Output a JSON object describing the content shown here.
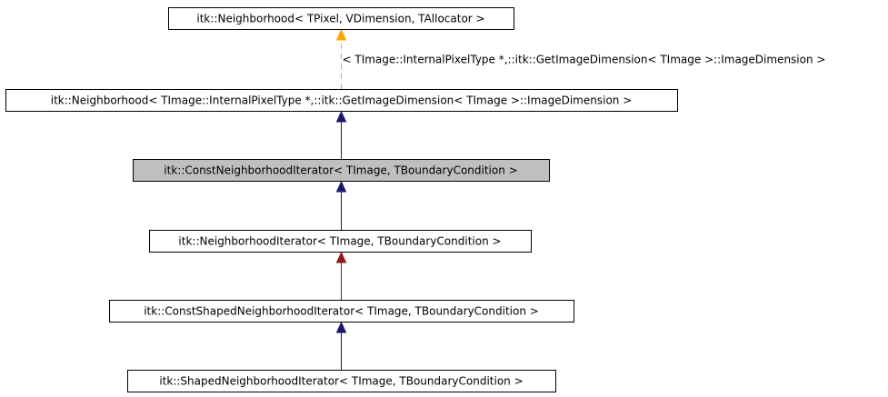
{
  "colors": {
    "background": "#ffffff",
    "node_fill": "#ffffff",
    "node_highlight_fill": "#bfbfbf",
    "node_stroke": "#000000",
    "edge_public": "#191970",
    "edge_protected": "#8b1a1a",
    "edge_template": "#ffa500"
  },
  "nodes": [
    {
      "id": "n0",
      "label": "itk::Neighborhood< TPixel, VDimension, TAllocator >",
      "highlight": false
    },
    {
      "id": "n1",
      "label": "itk::Neighborhood< TImage::InternalPixelType *,::itk::GetImageDimension< TImage >::ImageDimension >",
      "highlight": false
    },
    {
      "id": "n2",
      "label": "itk::ConstNeighborhoodIterator< TImage, TBoundaryCondition >",
      "highlight": true
    },
    {
      "id": "n3",
      "label": "itk::NeighborhoodIterator< TImage, TBoundaryCondition >",
      "highlight": false
    },
    {
      "id": "n4",
      "label": "itk::ConstShapedNeighborhoodIterator< TImage, TBoundaryCondition >",
      "highlight": false
    },
    {
      "id": "n5",
      "label": "itk::ShapedNeighborhoodIterator< TImage, TBoundaryCondition >",
      "highlight": false
    }
  ],
  "edges": [
    {
      "id": "e0",
      "from": "n1",
      "to": "n0",
      "kind": "template",
      "label": "< TImage::InternalPixelType *,::itk::GetImageDimension< TImage >::ImageDimension >"
    },
    {
      "id": "e1",
      "from": "n2",
      "to": "n1",
      "kind": "public"
    },
    {
      "id": "e2",
      "from": "n3",
      "to": "n2",
      "kind": "public"
    },
    {
      "id": "e3",
      "from": "n4",
      "to": "n3",
      "kind": "protected"
    },
    {
      "id": "e4",
      "from": "n5",
      "to": "n4",
      "kind": "public"
    }
  ]
}
